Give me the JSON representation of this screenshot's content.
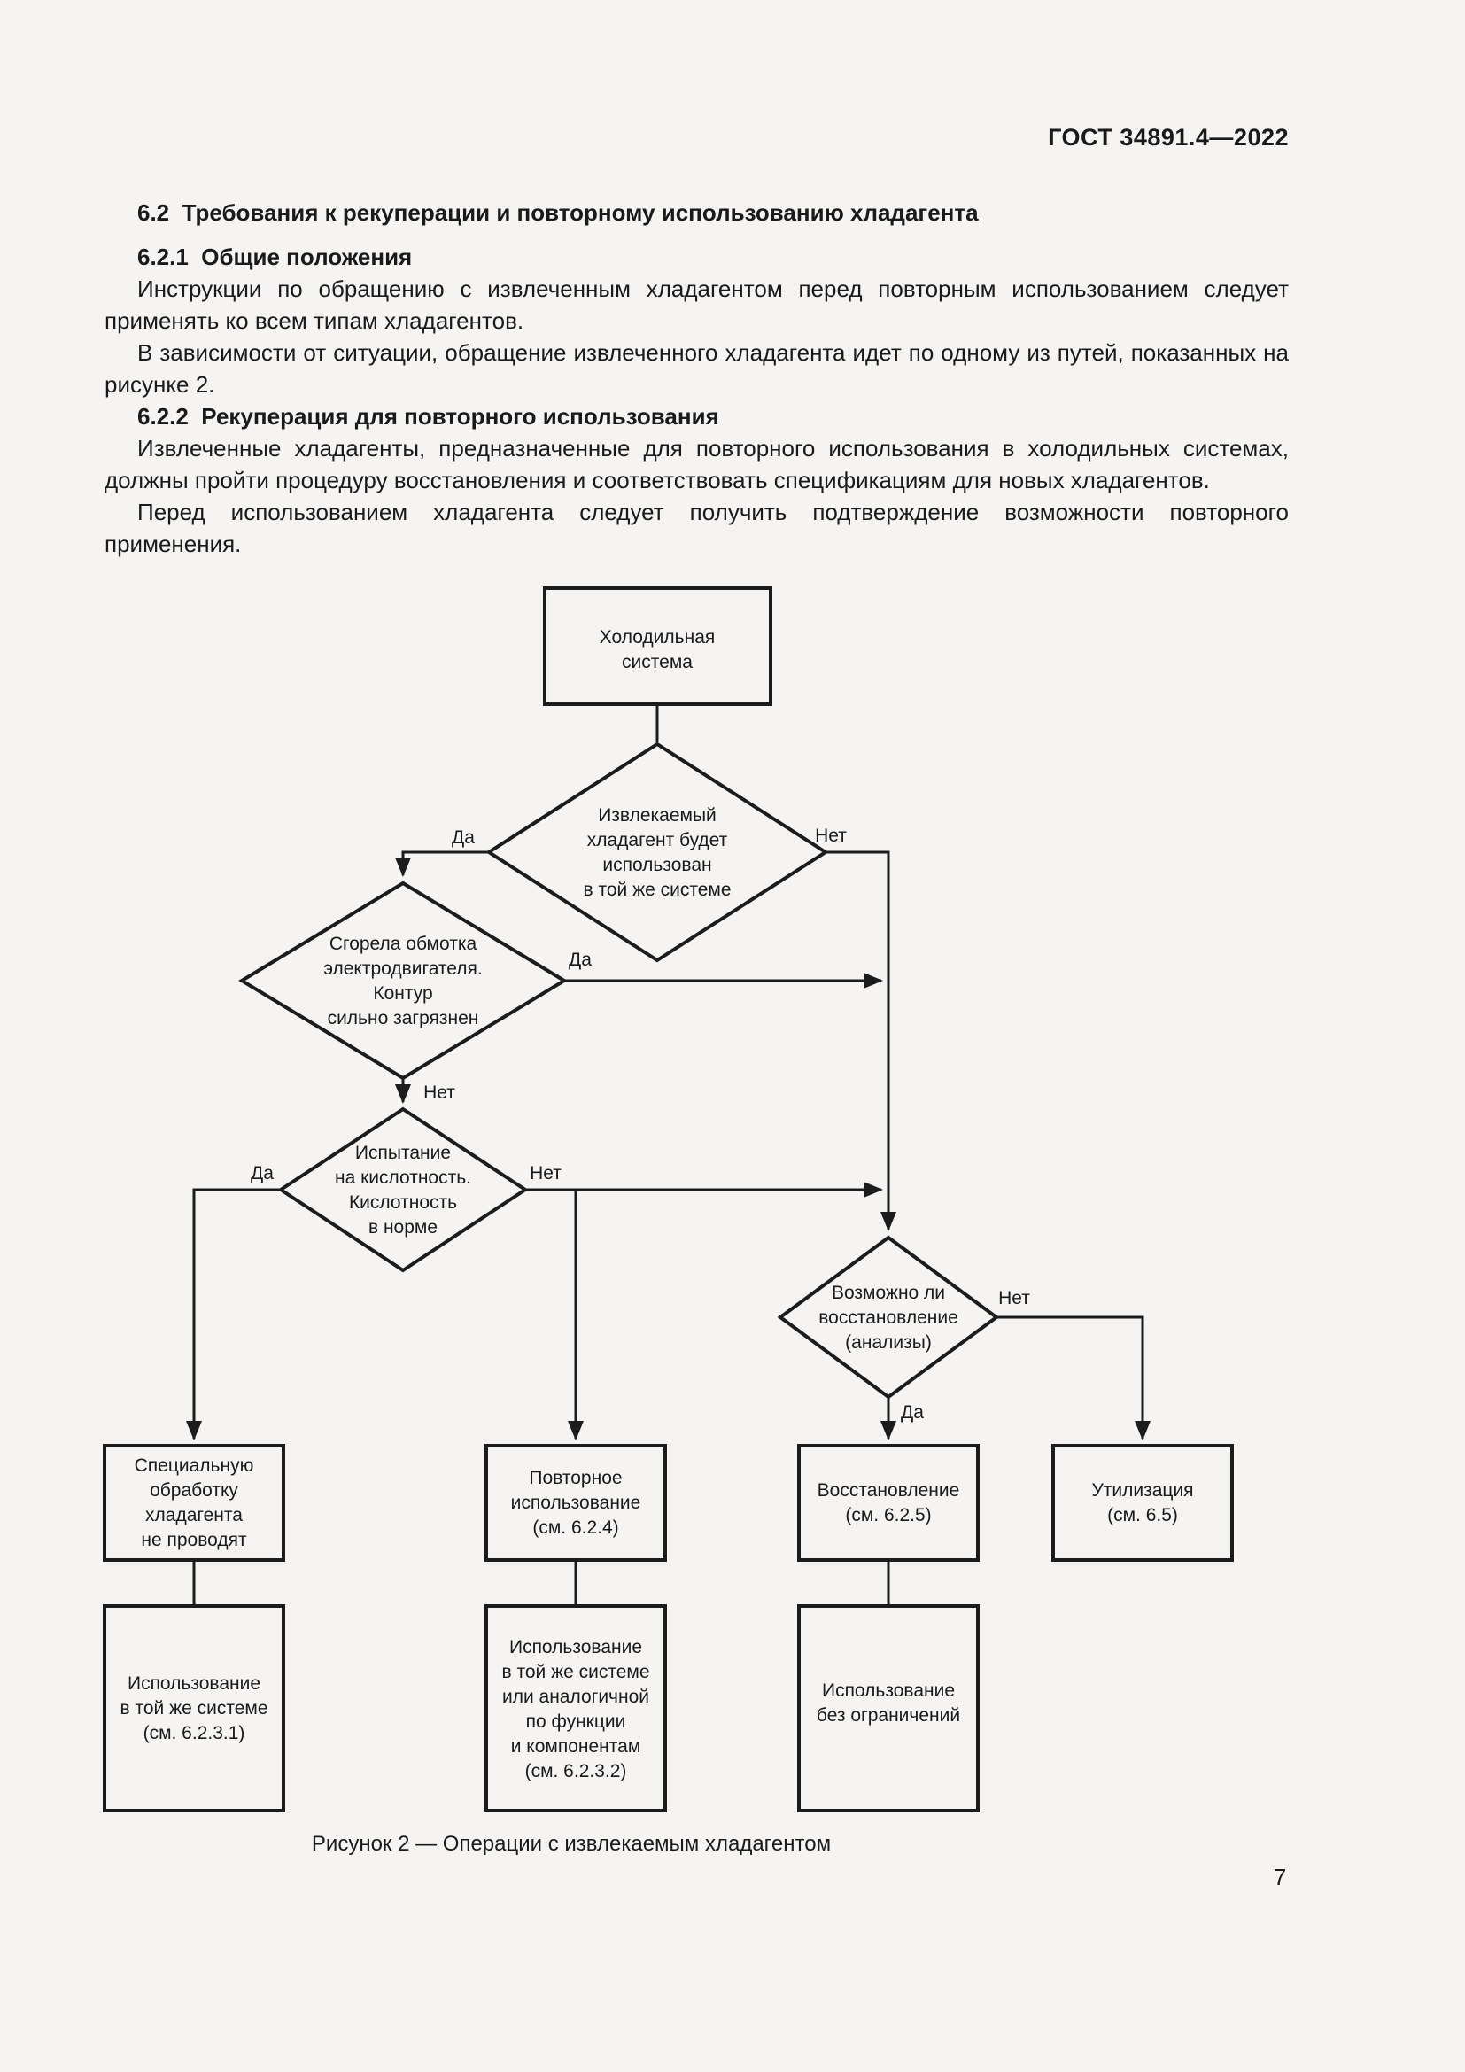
{
  "header": {
    "title": "ГОСТ 34891.4—2022"
  },
  "document": {
    "heading_6_2": "6.2  Требования к рекуперации и повторному использованию хладагента",
    "heading_6_2_1": "6.2.1  Общие положения",
    "para_1": "Инструкции по обращению с извлеченным хладагентом перед повторным использованием следует применять ко всем типам хладагентов.",
    "para_2": "В зависимости от ситуации, обращение извлеченного хладагента идет по одному из путей, показанных на рисунке 2.",
    "heading_6_2_2": "6.2.2  Рекуперация для повторного использования",
    "para_3": "Извлеченные хладагенты, предназначенные для повторного использования в холодильных системах, должны пройти процедуру восстановления и соответствовать спецификациям для новых хладагентов.",
    "para_4": "Перед использованием хладагента следует получить подтверждение возможности повторного применения.",
    "page_number": "7"
  },
  "figure": {
    "caption": "Рисунок 2 — Операции с извлекаемым хладагентом",
    "labels": {
      "d1_yes": "Да",
      "d1_no": "Нет",
      "d2_yes": "Да",
      "d2_no": "Нет",
      "d3_yes": "Да",
      "d3_no": "Нет",
      "d4_yes": "Да",
      "d4_no": "Нет"
    },
    "nodes": {
      "system": {
        "lines": [
          "Холодильная",
          "система"
        ]
      },
      "d1": {
        "lines": [
          "Извлекаемый",
          "хладагент будет",
          "использован",
          "в той же системе"
        ]
      },
      "d2": {
        "lines": [
          "Сгорела обмотка",
          "электродвигателя.",
          "Контур",
          "сильно загрязнен"
        ]
      },
      "d3": {
        "lines": [
          "Испытание",
          "на кислотность.",
          "Кислотность",
          "в норме"
        ]
      },
      "d4": {
        "lines": [
          "Возможно ли",
          "восстановление",
          "(анализы)"
        ]
      },
      "b1": {
        "lines": [
          "Специальную",
          "обработку",
          "хладагента",
          "не проводят"
        ]
      },
      "b2": {
        "lines": [
          "Повторное",
          "использование",
          "(см. 6.2.4)"
        ]
      },
      "b3": {
        "lines": [
          "Восстановление",
          "(см. 6.2.5)"
        ]
      },
      "b4": {
        "lines": [
          "Утилизация",
          "(см. 6.5)"
        ]
      },
      "r1": {
        "lines": [
          "Использование",
          "в той же системе",
          "(см. 6.2.3.1)"
        ]
      },
      "r2": {
        "lines": [
          "Использование",
          "в той же системе",
          "или аналогичной",
          "по функции",
          "и компонентам",
          "(см. 6.2.3.2)"
        ]
      },
      "r3": {
        "lines": [
          "Использование",
          "без ограничений"
        ]
      }
    }
  },
  "colors": {
    "page_bg": "#f5f4f3",
    "ink": "#1c1c1c"
  }
}
